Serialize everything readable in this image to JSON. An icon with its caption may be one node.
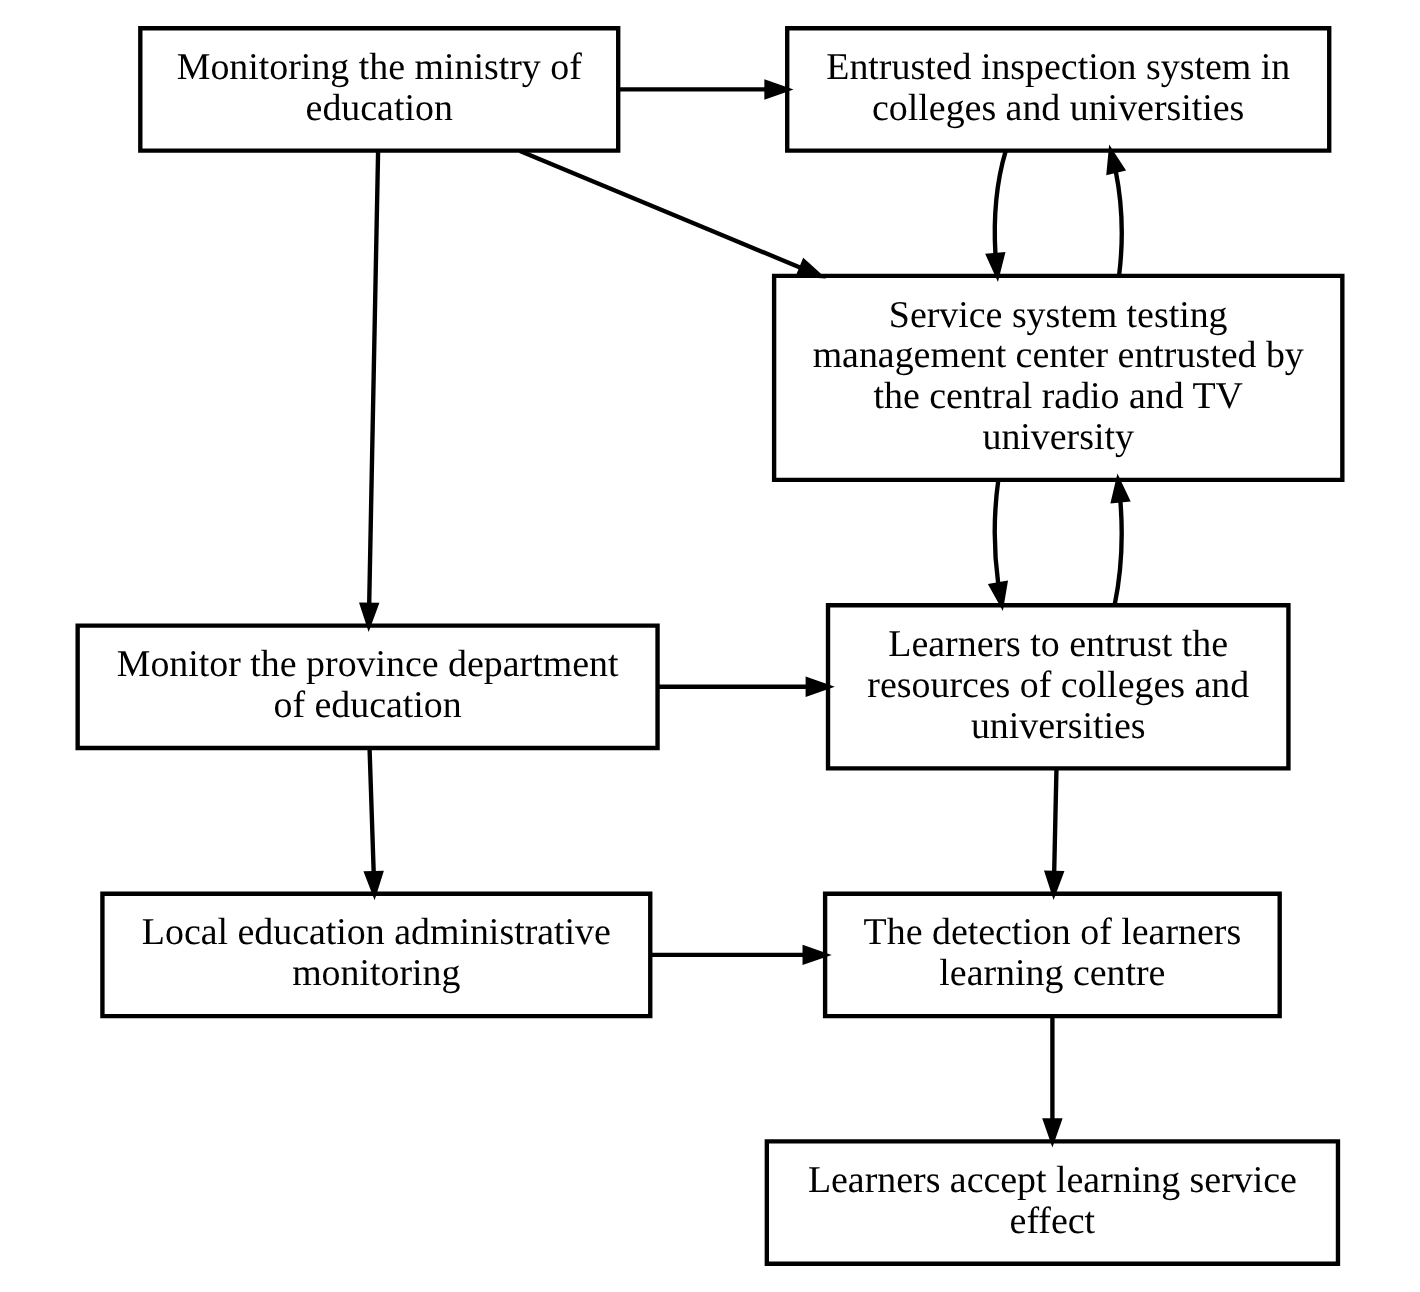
{
  "diagram": {
    "nodes": [
      {
        "text": [
          "Monitoring the ministry of education"
        ]
      },
      {
        "text": [
          "Entrusted inspection system in colleges and universities"
        ]
      },
      {
        "text": [
          "Service system testing management center entrusted by the central radio and TV university"
        ]
      },
      {
        "text": [
          "Monitor the province department of education"
        ]
      },
      {
        "text": [
          "Learners to entrust the resources of colleges and universities"
        ]
      },
      {
        "text": [
          "Local education administrative monitoring"
        ]
      },
      {
        "text": [
          "The detection of learners learning centre"
        ]
      },
      {
        "text": [
          "Learners accept learning service effect"
        ]
      }
    ],
    "edges": [
      {
        "from": 0,
        "to": 1,
        "arrow": "to"
      },
      {
        "from": 0,
        "to": 2,
        "arrow": "to"
      },
      {
        "from": 0,
        "to": 3,
        "arrow": "to"
      },
      {
        "from": 1,
        "to": 2,
        "arrow": "to"
      },
      {
        "from": 2,
        "to": 1,
        "arrow": "to"
      },
      {
        "from": 2,
        "to": 4,
        "arrow": "to"
      },
      {
        "from": 4,
        "to": 2,
        "arrow": "to"
      },
      {
        "from": 3,
        "to": 4,
        "arrow": "to"
      },
      {
        "from": 3,
        "to": 5,
        "arrow": "to"
      },
      {
        "from": 5,
        "to": 6,
        "arrow": "to"
      },
      {
        "from": 4,
        "to": 6,
        "arrow": "to"
      },
      {
        "from": 6,
        "to": 7,
        "arrow": "to"
      }
    ]
  }
}
